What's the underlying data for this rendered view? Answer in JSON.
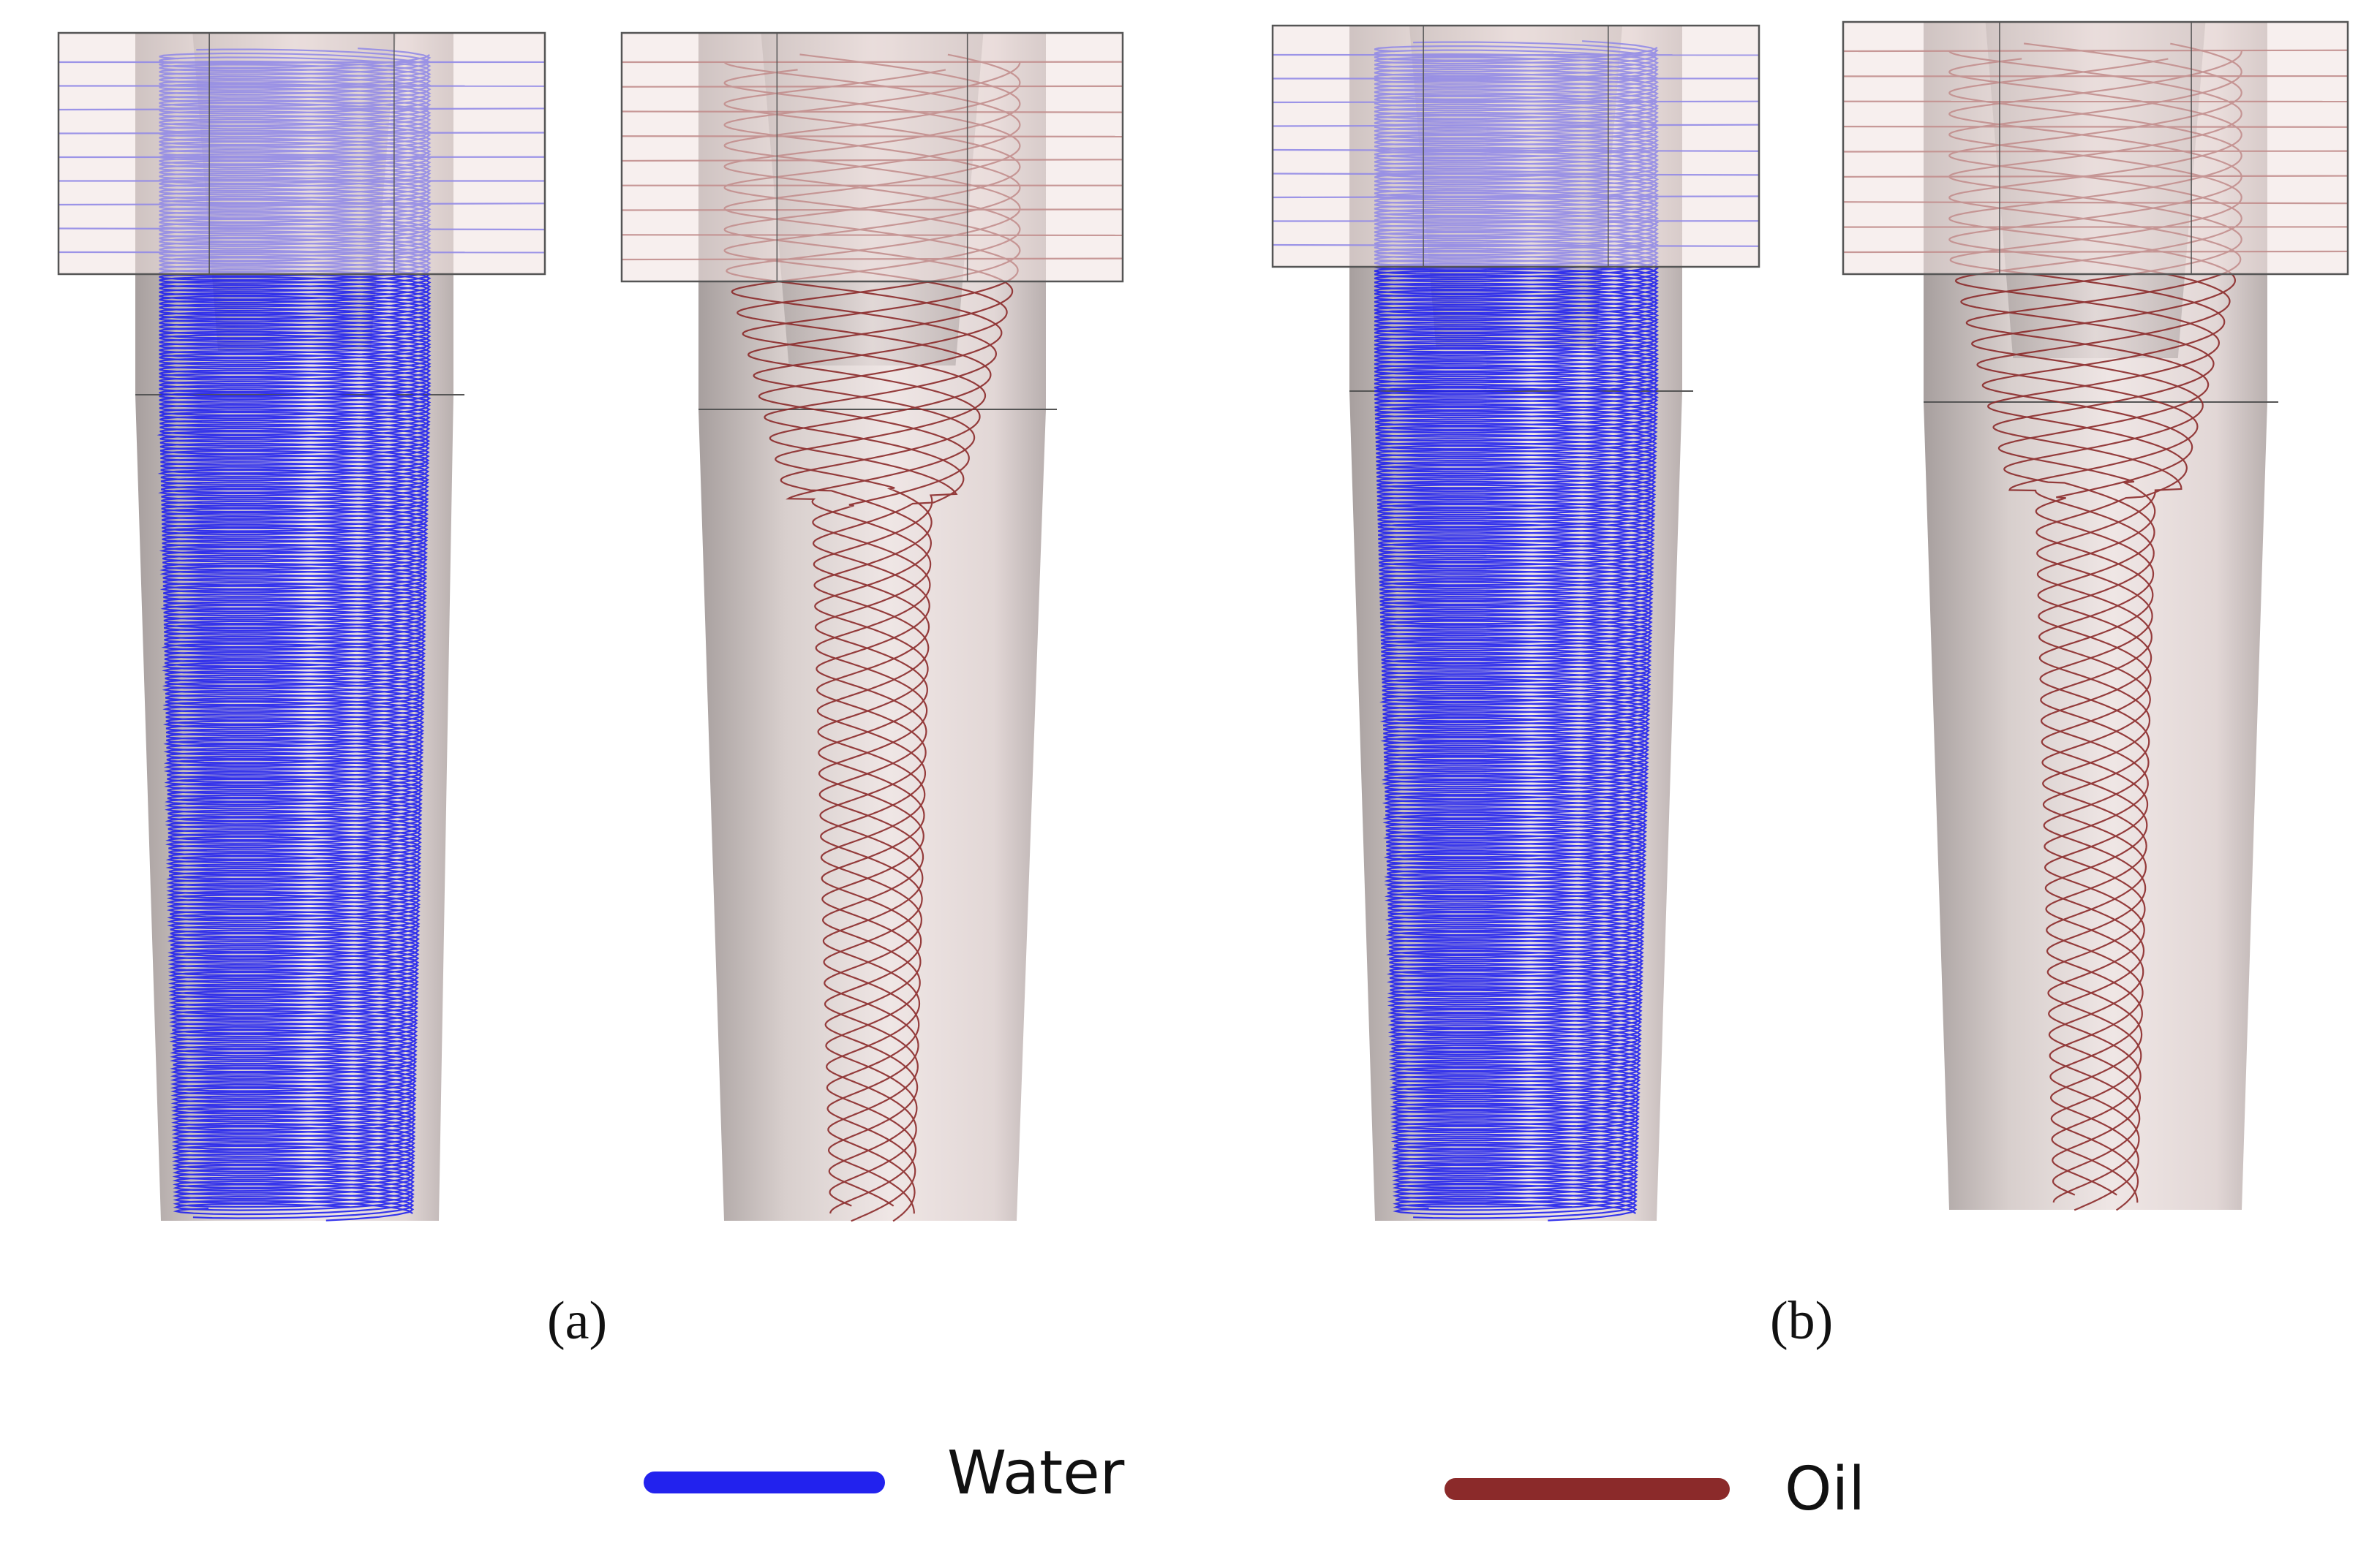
{
  "panels": [
    {
      "id": "a",
      "label": "(a)"
    },
    {
      "id": "b",
      "label": "(b)"
    }
  ],
  "legend": [
    {
      "name": "Water",
      "color": "#2222ee"
    },
    {
      "name": "Oil",
      "color": "#8b2a2a"
    }
  ],
  "colors": {
    "water": "#2222ee",
    "oil": "#8b2a2a",
    "body": "#ddd4d2",
    "body_shade": "#a9a1a0",
    "inlet_box": "#f1e2e0",
    "outline": "#555555"
  }
}
